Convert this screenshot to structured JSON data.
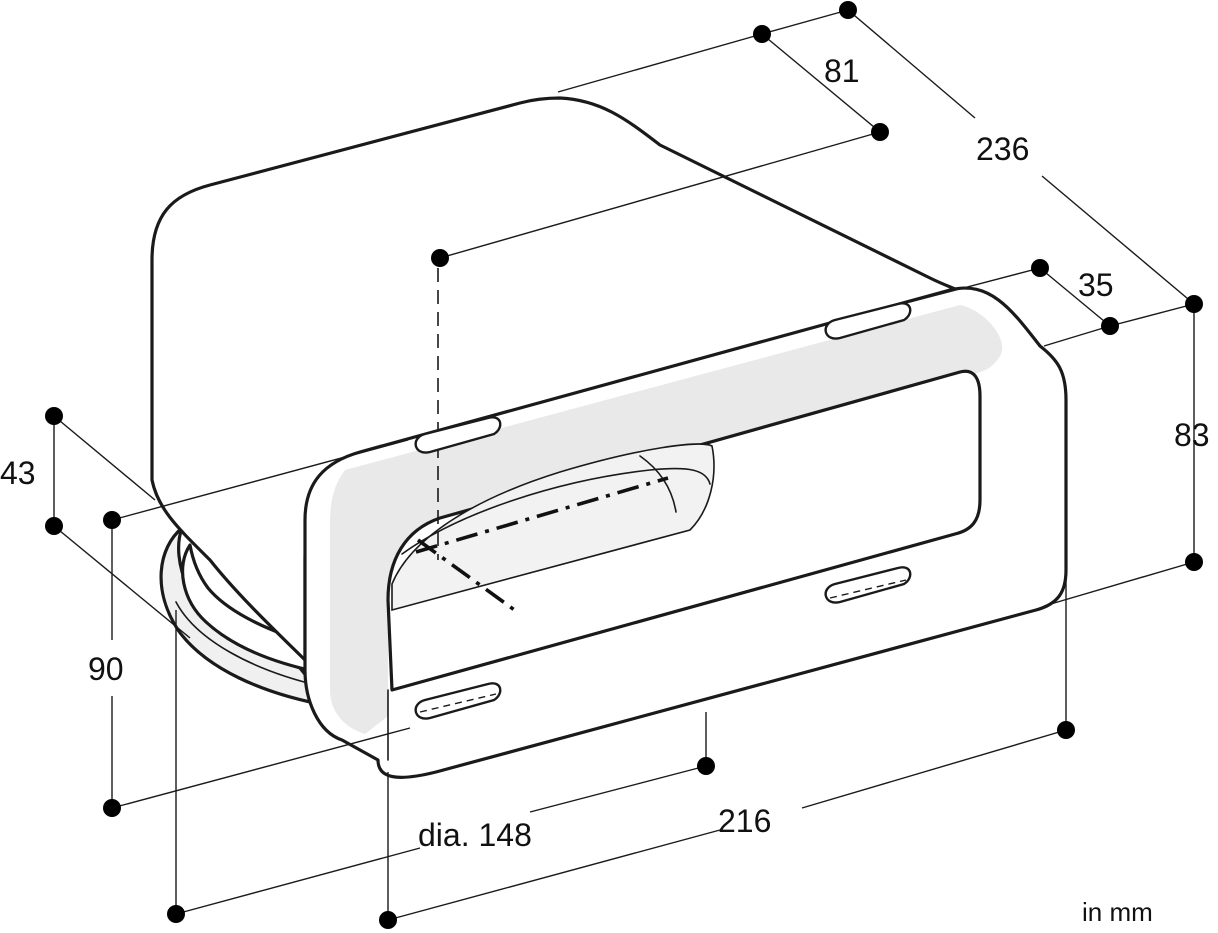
{
  "dimensions": {
    "depth": "236",
    "outlet_offset": "81",
    "slot_offset": "35",
    "height": "83",
    "top_offset": "43",
    "outlet_height": "90",
    "width": "216",
    "diameter": "dia. 148"
  },
  "unit": "in mm"
}
